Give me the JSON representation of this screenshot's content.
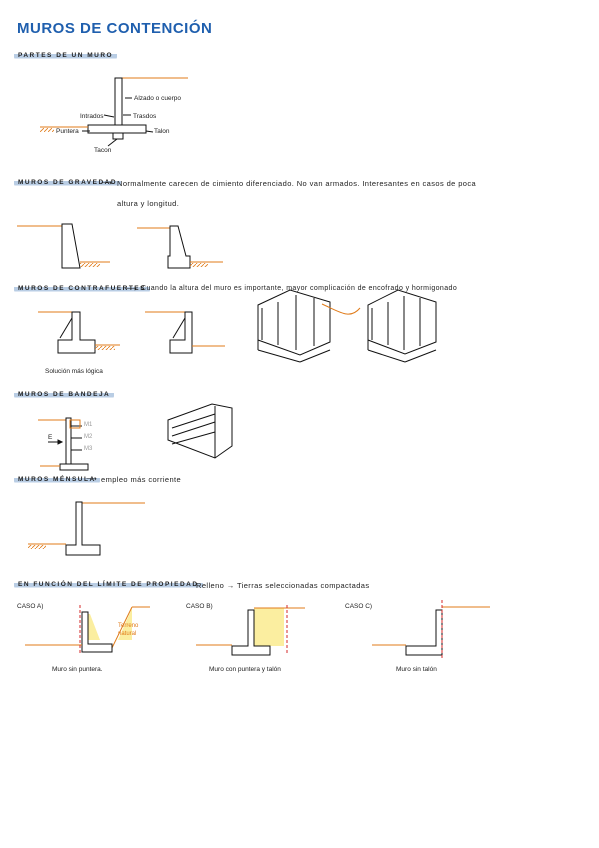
{
  "title": "MUROS DE CONTENCIÓN",
  "sections": {
    "partes": {
      "heading": "PARTES DE UN MURO",
      "labels": {
        "alzado": "Alzado o cuerpo",
        "intrados": "Intrados",
        "trasdos": "Trasdos",
        "puntera": "Puntera",
        "talon": "Talon",
        "tacon": "Tacon"
      }
    },
    "gravedad": {
      "heading": "MUROS DE GRAVEDAD",
      "desc_line1": "Normalmente carecen de cimiento diferenciado. No van armados. Interesantes en casos de poca",
      "desc_line2": "altura y longitud."
    },
    "contrafuertes": {
      "heading": "MUROS DE CONTRAFUERTES",
      "desc": "Cuando la altura del muro es importante, mayor complicación de encofrado y hormigonado",
      "caption": "Solución más lógica"
    },
    "bandeja": {
      "heading": "MUROS DE BANDEJA",
      "labels": {
        "e": "E",
        "m1": "M1",
        "m2": "M2",
        "m3": "M3"
      }
    },
    "mensula": {
      "heading": "MUROS MÉNSULA",
      "desc": "empleo más corriente"
    },
    "propiedad": {
      "heading": "EN FUNCIÓN DEL LÍMITE DE PROPIEDAD",
      "desc": "Relleno → Tierras seleccionadas compactadas",
      "cases": [
        {
          "label": "CASO A)",
          "caption": "Muro sin puntera.",
          "note": "Terreno natural"
        },
        {
          "label": "CASO B)",
          "caption": "Muro con puntera y talón"
        },
        {
          "label": "CASO C)",
          "caption": "Muro sin talón"
        }
      ]
    }
  },
  "colors": {
    "title": "#1f5fae",
    "ground": "#e07b1a",
    "fill": "#fbeea0",
    "limit": "#d62828",
    "highlight": "#b9cde4"
  }
}
